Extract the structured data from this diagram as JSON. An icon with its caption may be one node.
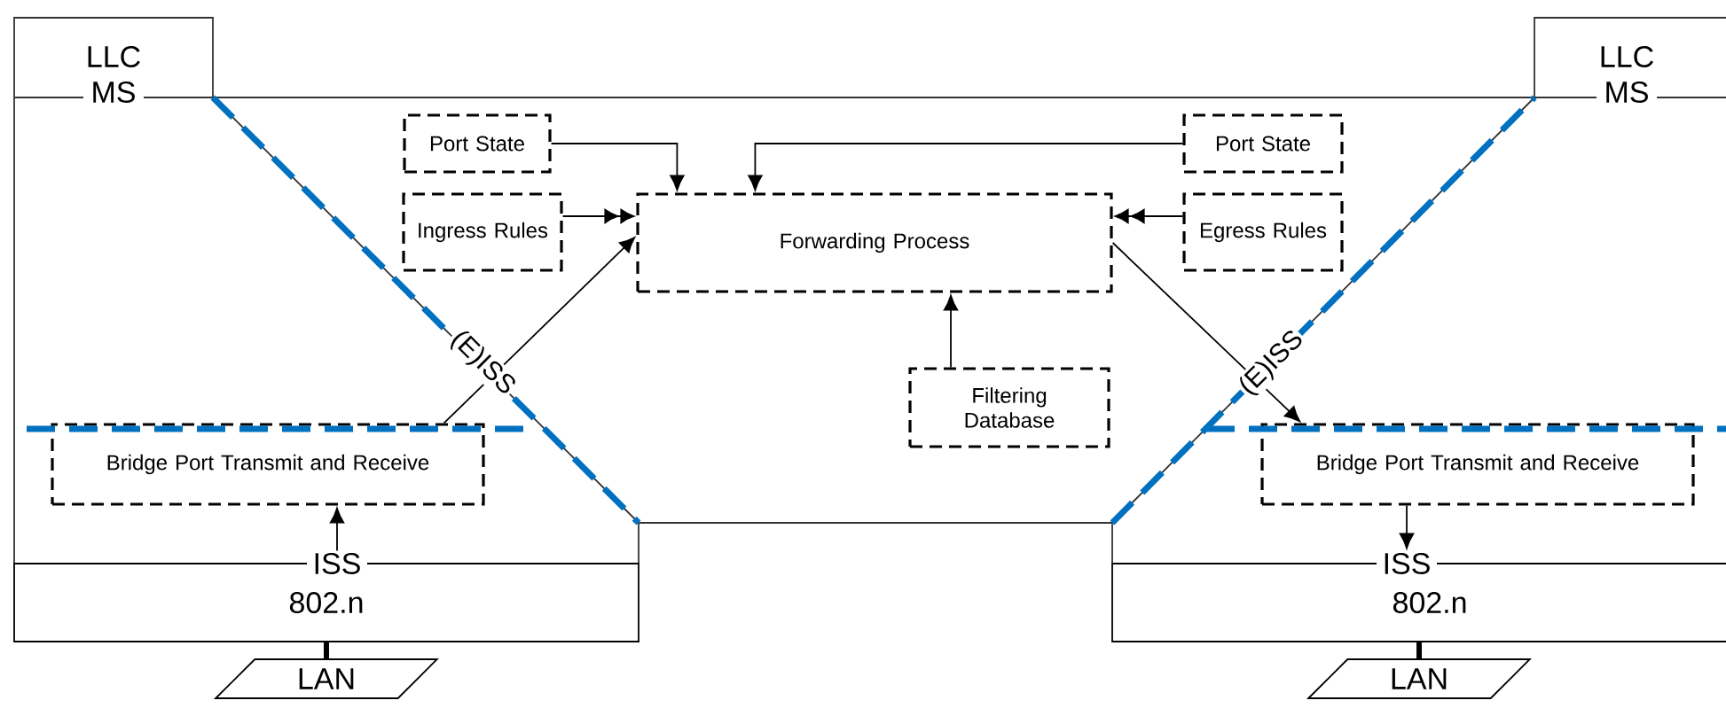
{
  "diagram": {
    "nodes": [
      {
        "text": [
          "Port State"
        ]
      },
      {
        "text": [
          "Ingress Rules"
        ]
      },
      {
        "text": [
          "Forwarding Process"
        ]
      },
      {
        "text": [
          "Port State"
        ]
      },
      {
        "text": [
          "Egress Rules"
        ]
      },
      {
        "text": [
          "Filtering Database"
        ]
      },
      {
        "text": [
          "Bridge Port Transmit and Receive"
        ]
      },
      {
        "text": [
          "Bridge Port Transmit and Receive"
        ]
      },
      {
        "text": [
          "LLC MS"
        ]
      },
      {
        "text": [
          "ISS"
        ]
      },
      {
        "text": [
          "802.n"
        ]
      },
      {
        "text": [
          "LAN"
        ]
      },
      {
        "text": [
          "LLC MS"
        ]
      },
      {
        "text": [
          "ISS"
        ]
      },
      {
        "text": [
          "802.n"
        ]
      },
      {
        "text": [
          "LAN"
        ]
      }
    ],
    "edges": [
      {
        "from": 0,
        "to": 2,
        "arrow": "to"
      },
      {
        "from": 3,
        "to": 2,
        "arrow": "to"
      },
      {
        "from": 1,
        "to": 2,
        "arrow": "to"
      },
      {
        "from": 4,
        "to": 2,
        "arrow": "to"
      },
      {
        "from": 5,
        "to": 2,
        "arrow": "to"
      },
      {
        "from": 6,
        "to": 2,
        "arrow": "to"
      },
      {
        "from": 2,
        "to": 7,
        "arrow": "to"
      },
      {
        "from": 9,
        "to": 6,
        "arrow": "to"
      },
      {
        "from": 7,
        "to": 13,
        "arrow": "to"
      },
      {
        "from": 10,
        "to": 11,
        "arrow": "none",
        "style": "thick"
      },
      {
        "from": 14,
        "to": 15,
        "arrow": "none",
        "style": "thick"
      }
    ],
    "labels": [
      "(E)ISS",
      "(E)ISS"
    ]
  }
}
